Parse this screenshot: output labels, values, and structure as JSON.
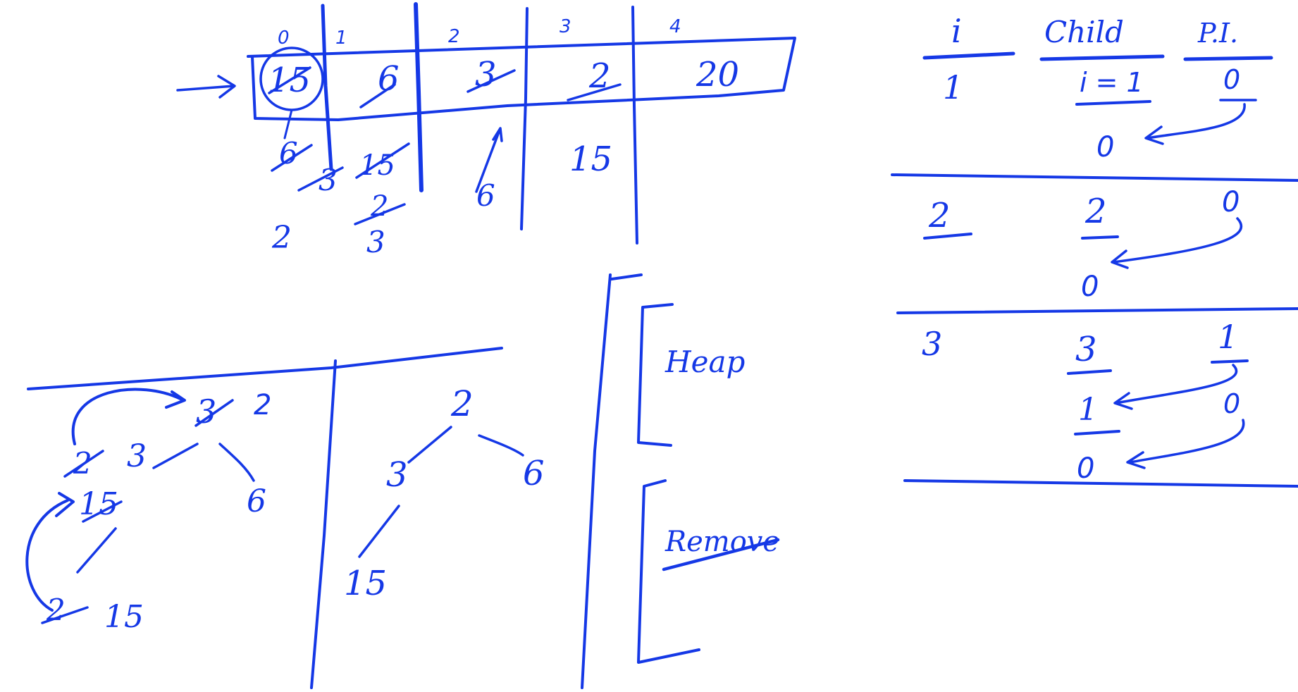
{
  "ink_color": "#1538e6",
  "array": {
    "indices": [
      "0",
      "1",
      "2",
      "3",
      "4"
    ],
    "values": [
      "15",
      "6",
      "3",
      "2",
      "20"
    ],
    "history": {
      "col0": [
        "6",
        "2"
      ],
      "col1": [
        "3",
        "15",
        "2",
        "3"
      ],
      "col2": [
        "6"
      ],
      "col3": [
        "15"
      ]
    }
  },
  "trace_table": {
    "headers": [
      "i",
      "Child",
      "P.I."
    ],
    "rows": [
      {
        "i": "1",
        "child": [
          "i = 1",
          "0"
        ],
        "pi": [
          "0"
        ]
      },
      {
        "i": "2",
        "child": [
          "2",
          "0"
        ],
        "pi": [
          "0"
        ]
      },
      {
        "i": "3",
        "child": [
          "3",
          "1",
          "0"
        ],
        "pi": [
          "1",
          "0"
        ]
      }
    ]
  },
  "trees": {
    "left": {
      "root": [
        "3",
        "2"
      ],
      "left": [
        "2",
        "3"
      ],
      "right": "6",
      "leftleft": "15",
      "bottom": [
        "2",
        "15"
      ]
    },
    "right": {
      "root": "2",
      "left": "3",
      "right": "6",
      "leftleft": "15"
    }
  },
  "operations": {
    "heap": "Heap",
    "remove": "Remove"
  }
}
